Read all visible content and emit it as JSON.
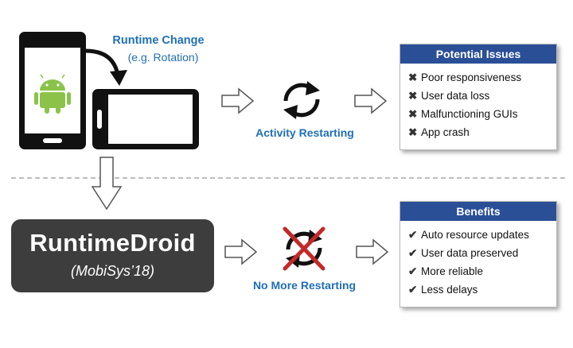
{
  "top": {
    "runtime_change_title": "Runtime Change",
    "runtime_change_sub": "(e.g. Rotation)",
    "activity_label": "Activity Restarting",
    "issues": {
      "title": "Potential Issues",
      "items": [
        "Poor responsiveness",
        "User data loss",
        "Malfunctioning GUIs",
        "App crash"
      ]
    }
  },
  "bottom": {
    "product_name": "RuntimeDroid",
    "venue": "(MobiSys’18)",
    "no_restart_label": "No More Restarting",
    "benefits": {
      "title": "Benefits",
      "items": [
        "Auto resource updates",
        "User data preserved",
        "More reliable",
        "Less delays"
      ]
    }
  },
  "colors": {
    "accent_blue": "#1f6fb5",
    "header_navy": "#2a4f97",
    "dark_box": "#3d3d3d",
    "android_green": "#8bc34a",
    "cross_red": "#c62828"
  },
  "icons": {
    "restart": "circular-arrows-icon",
    "no_restart": "crossed-circular-arrows-icon",
    "issue_mark": "x-mark-icon",
    "benefit_mark": "check-mark-icon"
  }
}
